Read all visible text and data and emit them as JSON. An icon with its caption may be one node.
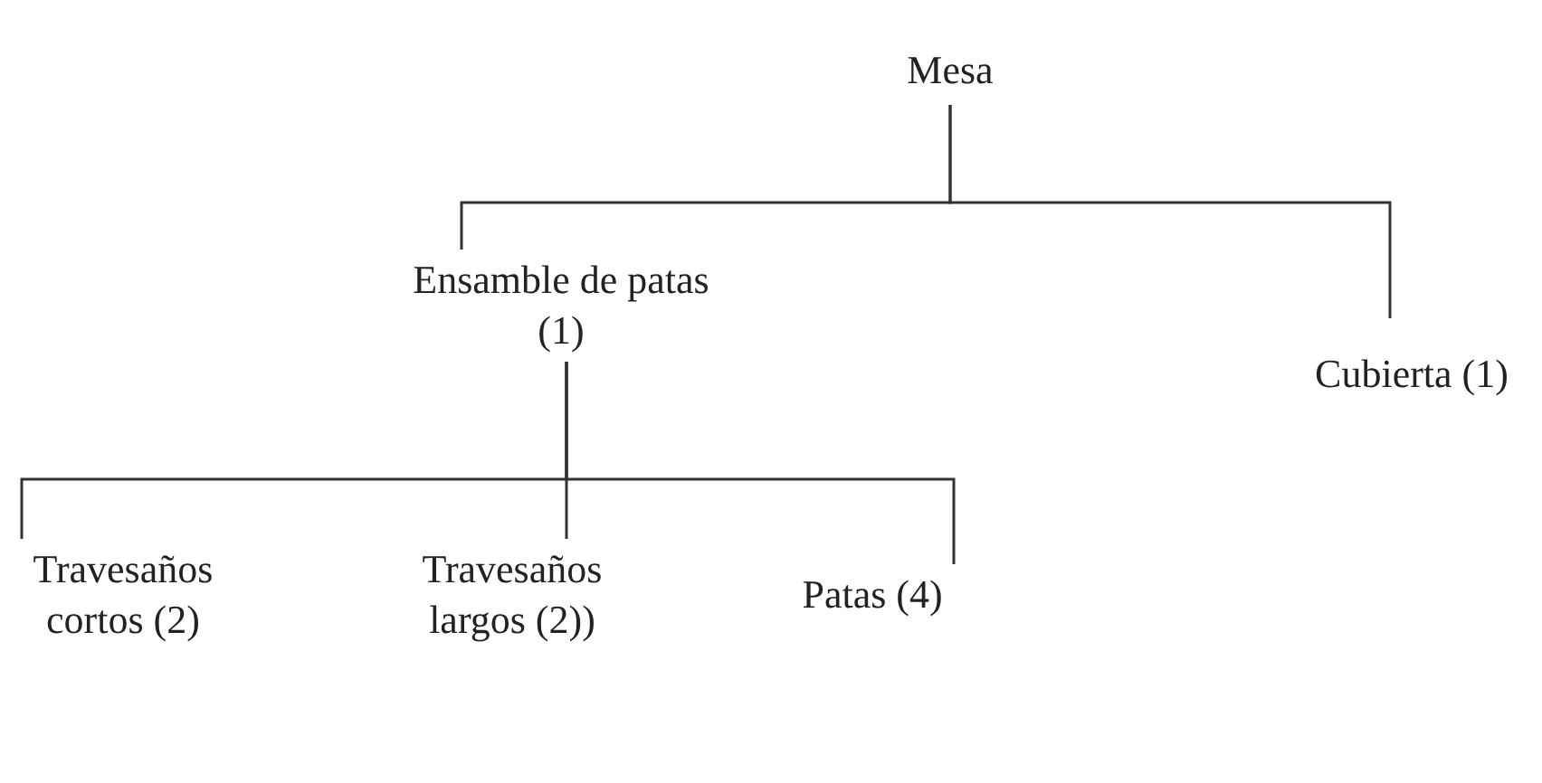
{
  "diagram": {
    "nodes": [
      {
        "text": [
          "Mesa"
        ]
      },
      {
        "text": [
          "Ensamble de patas (1)"
        ]
      },
      {
        "text": [
          "Cubierta (1)"
        ]
      },
      {
        "text": [
          "Travesaños cortos (2)"
        ]
      },
      {
        "text": [
          "Travesaños largos (2))"
        ]
      },
      {
        "text": [
          "Patas (4)"
        ]
      }
    ],
    "edges": [
      {
        "from": 0,
        "to": 1,
        "arrow": "none"
      },
      {
        "from": 0,
        "to": 2,
        "arrow": "none"
      },
      {
        "from": 1,
        "to": 3,
        "arrow": "none"
      },
      {
        "from": 1,
        "to": 4,
        "arrow": "none"
      },
      {
        "from": 1,
        "to": 5,
        "arrow": "none"
      }
    ]
  }
}
